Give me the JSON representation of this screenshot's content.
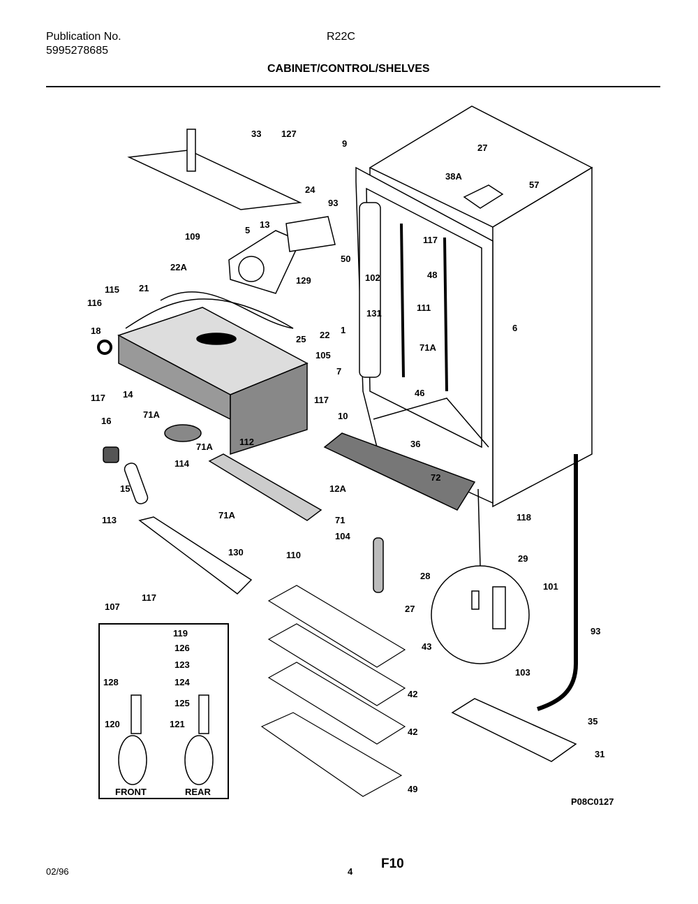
{
  "header": {
    "publication_label": "Publication No.",
    "publication_number": "5995278685",
    "model": "R22C",
    "section_title": "CABINET/CONTROL/SHELVES"
  },
  "diagram": {
    "part_labels": [
      "33",
      "127",
      "9",
      "27",
      "38A",
      "57",
      "24",
      "93",
      "13",
      "5",
      "109",
      "50",
      "117",
      "22A",
      "102",
      "48",
      "129",
      "115",
      "21",
      "116",
      "111",
      "131",
      "6",
      "18",
      "25",
      "22",
      "1",
      "105",
      "7",
      "71A",
      "117",
      "14",
      "117",
      "46",
      "10",
      "71A",
      "16",
      "112",
      "71A",
      "36",
      "72",
      "114",
      "15",
      "12A",
      "71A",
      "71",
      "118",
      "113",
      "104",
      "29",
      "130",
      "110",
      "28",
      "101",
      "117",
      "107",
      "27",
      "93",
      "119",
      "43",
      "126",
      "123",
      "103",
      "128",
      "124",
      "42",
      "125",
      "35",
      "120",
      "121",
      "42",
      "31",
      "49"
    ],
    "inset_labels": {
      "front": "FRONT",
      "rear": "REAR"
    },
    "figure_code": "P08C0127"
  },
  "footer": {
    "date": "02/96",
    "page_number": "4",
    "code": "F10"
  }
}
